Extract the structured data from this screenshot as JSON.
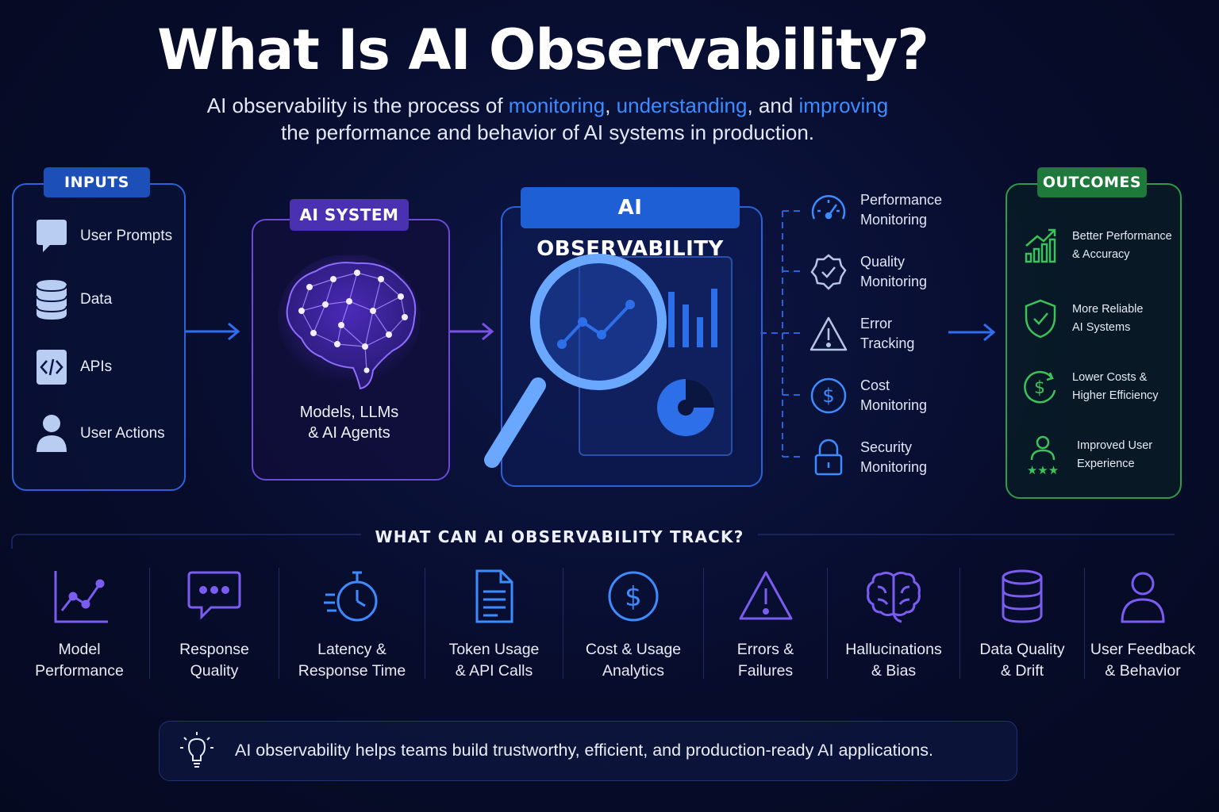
{
  "title": "What Is AI Observability?",
  "subtitle": {
    "part1": "AI observability is the process of ",
    "kw1": "monitoring",
    "sep1": ", ",
    "kw2": "understanding",
    "sep2": ", and ",
    "kw3": "improving",
    "line2": "the performance and behavior of AI systems in production."
  },
  "colors": {
    "accent_blue": "#3d8cff",
    "accent_purple": "#7b5cf0",
    "accent_green": "#3cc25a"
  },
  "inputs": {
    "tag": "INPUTS",
    "items": [
      {
        "label": "User Prompts",
        "icon": "chat-bubble-icon"
      },
      {
        "label": "Data",
        "icon": "database-icon"
      },
      {
        "label": "APIs",
        "icon": "code-icon"
      },
      {
        "label": "User Actions",
        "icon": "user-icon"
      }
    ]
  },
  "ai_system": {
    "tag": "AI SYSTEM",
    "caption_line1": "Models, LLMs",
    "caption_line2": "& AI Agents",
    "icon": "neural-brain-icon"
  },
  "observability": {
    "tag": "AI OBSERVABILITY",
    "icon": "magnifier-analytics-icon"
  },
  "monitoring": [
    {
      "line1": "Performance",
      "line2": "Monitoring",
      "icon": "gauge-icon"
    },
    {
      "line1": "Quality",
      "line2": "Monitoring",
      "icon": "quality-badge-icon"
    },
    {
      "line1": "Error",
      "line2": "Tracking",
      "icon": "warning-icon"
    },
    {
      "line1": "Cost",
      "line2": "Monitoring",
      "icon": "dollar-icon"
    },
    {
      "line1": "Security",
      "line2": "Monitoring",
      "icon": "lock-icon"
    }
  ],
  "outcomes": {
    "tag": "OUTCOMES",
    "items": [
      {
        "line1": "Better Performance",
        "line2": "& Accuracy",
        "icon": "growth-chart-icon"
      },
      {
        "line1": "More Reliable",
        "line2": "AI Systems",
        "icon": "shield-check-icon"
      },
      {
        "line1": "Lower Costs &",
        "line2": "Higher Efficiency",
        "icon": "dollar-cycle-icon"
      },
      {
        "line1": "Improved User",
        "line2": "Experience",
        "icon": "user-stars-icon"
      }
    ]
  },
  "track": {
    "title": "WHAT CAN AI OBSERVABILITY TRACK?",
    "items": [
      {
        "line1": "Model",
        "line2": "Performance",
        "icon": "line-chart-icon"
      },
      {
        "line1": "Response",
        "line2": "Quality",
        "icon": "chat-dots-icon"
      },
      {
        "line1": "Latency &",
        "line2": "Response Time",
        "icon": "stopwatch-icon"
      },
      {
        "line1": "Token Usage",
        "line2": "& API Calls",
        "icon": "document-icon"
      },
      {
        "line1": "Cost & Usage",
        "line2": "Analytics",
        "icon": "dollar-circle-icon"
      },
      {
        "line1": "Errors &",
        "line2": "Failures",
        "icon": "warning-icon"
      },
      {
        "line1": "Hallucinations",
        "line2": "& Bias",
        "icon": "brain-icon"
      },
      {
        "line1": "Data Quality",
        "line2": "& Drift",
        "icon": "database-icon"
      },
      {
        "line1": "User Feedback",
        "line2": "& Behavior",
        "icon": "user-outline-icon"
      }
    ]
  },
  "footer": {
    "text": "AI observability helps teams build trustworthy, efficient, and production-ready AI applications.",
    "icon": "lightbulb-icon"
  }
}
